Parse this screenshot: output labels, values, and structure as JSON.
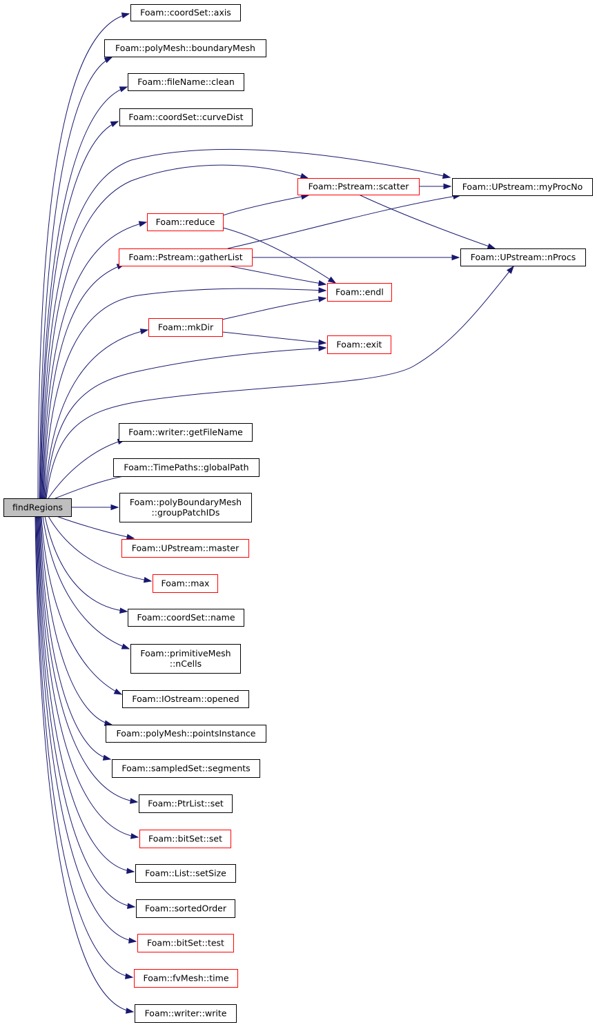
{
  "colors": {
    "edge": "#191970",
    "border_default": "#000000",
    "border_highlight": "#ff0000",
    "root_fill": "#bfbfbf",
    "node_fill": "#ffffff"
  },
  "nodes": [
    {
      "id": "root",
      "lines": [
        "findRegions"
      ],
      "style": "root"
    },
    {
      "id": "axis",
      "lines": [
        "Foam::coordSet::axis"
      ],
      "style": "normal"
    },
    {
      "id": "boundaryMesh",
      "lines": [
        "Foam::polyMesh::boundaryMesh"
      ],
      "style": "normal"
    },
    {
      "id": "clean",
      "lines": [
        "Foam::fileName::clean"
      ],
      "style": "normal"
    },
    {
      "id": "curveDist",
      "lines": [
        "Foam::coordSet::curveDist"
      ],
      "style": "normal"
    },
    {
      "id": "scatter",
      "lines": [
        "Foam::Pstream::scatter"
      ],
      "style": "red"
    },
    {
      "id": "myProcNo",
      "lines": [
        "Foam::UPstream::myProcNo"
      ],
      "style": "normal"
    },
    {
      "id": "reduce",
      "lines": [
        "Foam::reduce"
      ],
      "style": "red"
    },
    {
      "id": "gatherList",
      "lines": [
        "Foam::Pstream::gatherList"
      ],
      "style": "red"
    },
    {
      "id": "nProcs",
      "lines": [
        "Foam::UPstream::nProcs"
      ],
      "style": "normal"
    },
    {
      "id": "endl",
      "lines": [
        "Foam::endl"
      ],
      "style": "red"
    },
    {
      "id": "mkDir",
      "lines": [
        "Foam::mkDir"
      ],
      "style": "red"
    },
    {
      "id": "exit",
      "lines": [
        "Foam::exit"
      ],
      "style": "red"
    },
    {
      "id": "getFileName",
      "lines": [
        "Foam::writer::getFileName"
      ],
      "style": "normal"
    },
    {
      "id": "globalPath",
      "lines": [
        "Foam::TimePaths::globalPath"
      ],
      "style": "normal"
    },
    {
      "id": "groupPatchIDs",
      "lines": [
        "Foam::polyBoundaryMesh",
        "::groupPatchIDs"
      ],
      "style": "normal"
    },
    {
      "id": "master",
      "lines": [
        "Foam::UPstream::master"
      ],
      "style": "red"
    },
    {
      "id": "max",
      "lines": [
        "Foam::max"
      ],
      "style": "red"
    },
    {
      "id": "name",
      "lines": [
        "Foam::coordSet::name"
      ],
      "style": "normal"
    },
    {
      "id": "nCells",
      "lines": [
        "Foam::primitiveMesh",
        "::nCells"
      ],
      "style": "normal"
    },
    {
      "id": "opened",
      "lines": [
        "Foam::IOstream::opened"
      ],
      "style": "normal"
    },
    {
      "id": "pointsInstance",
      "lines": [
        "Foam::polyMesh::pointsInstance"
      ],
      "style": "normal"
    },
    {
      "id": "segments",
      "lines": [
        "Foam::sampledSet::segments"
      ],
      "style": "normal"
    },
    {
      "id": "ptrListSet",
      "lines": [
        "Foam::PtrList::set"
      ],
      "style": "normal"
    },
    {
      "id": "bitSetSet",
      "lines": [
        "Foam::bitSet::set"
      ],
      "style": "red"
    },
    {
      "id": "setSize",
      "lines": [
        "Foam::List::setSize"
      ],
      "style": "normal"
    },
    {
      "id": "sortedOrder",
      "lines": [
        "Foam::sortedOrder"
      ],
      "style": "normal"
    },
    {
      "id": "test",
      "lines": [
        "Foam::bitSet::test"
      ],
      "style": "red"
    },
    {
      "id": "time",
      "lines": [
        "Foam::fvMesh::time"
      ],
      "style": "red"
    },
    {
      "id": "write",
      "lines": [
        "Foam::writer::write"
      ],
      "style": "normal"
    }
  ],
  "edges": [
    {
      "from": "root",
      "to": "axis"
    },
    {
      "from": "root",
      "to": "boundaryMesh"
    },
    {
      "from": "root",
      "to": "clean"
    },
    {
      "from": "root",
      "to": "curveDist"
    },
    {
      "from": "root",
      "to": "myProcNo"
    },
    {
      "from": "root",
      "to": "scatter"
    },
    {
      "from": "root",
      "to": "reduce"
    },
    {
      "from": "root",
      "to": "gatherList"
    },
    {
      "from": "root",
      "to": "endl"
    },
    {
      "from": "root",
      "to": "mkDir"
    },
    {
      "from": "root",
      "to": "exit"
    },
    {
      "from": "root",
      "to": "nProcs"
    },
    {
      "from": "root",
      "to": "getFileName"
    },
    {
      "from": "root",
      "to": "globalPath"
    },
    {
      "from": "root",
      "to": "groupPatchIDs"
    },
    {
      "from": "root",
      "to": "master"
    },
    {
      "from": "root",
      "to": "max"
    },
    {
      "from": "root",
      "to": "name"
    },
    {
      "from": "root",
      "to": "nCells"
    },
    {
      "from": "root",
      "to": "opened"
    },
    {
      "from": "root",
      "to": "pointsInstance"
    },
    {
      "from": "root",
      "to": "segments"
    },
    {
      "from": "root",
      "to": "ptrListSet"
    },
    {
      "from": "root",
      "to": "bitSetSet"
    },
    {
      "from": "root",
      "to": "setSize"
    },
    {
      "from": "root",
      "to": "sortedOrder"
    },
    {
      "from": "root",
      "to": "test"
    },
    {
      "from": "root",
      "to": "time"
    },
    {
      "from": "root",
      "to": "write"
    },
    {
      "from": "scatter",
      "to": "myProcNo"
    },
    {
      "from": "scatter",
      "to": "nProcs"
    },
    {
      "from": "reduce",
      "to": "scatter"
    },
    {
      "from": "reduce",
      "to": "endl"
    },
    {
      "from": "gatherList",
      "to": "myProcNo"
    },
    {
      "from": "gatherList",
      "to": "nProcs"
    },
    {
      "from": "gatherList",
      "to": "endl"
    },
    {
      "from": "mkDir",
      "to": "endl"
    },
    {
      "from": "mkDir",
      "to": "exit"
    }
  ]
}
